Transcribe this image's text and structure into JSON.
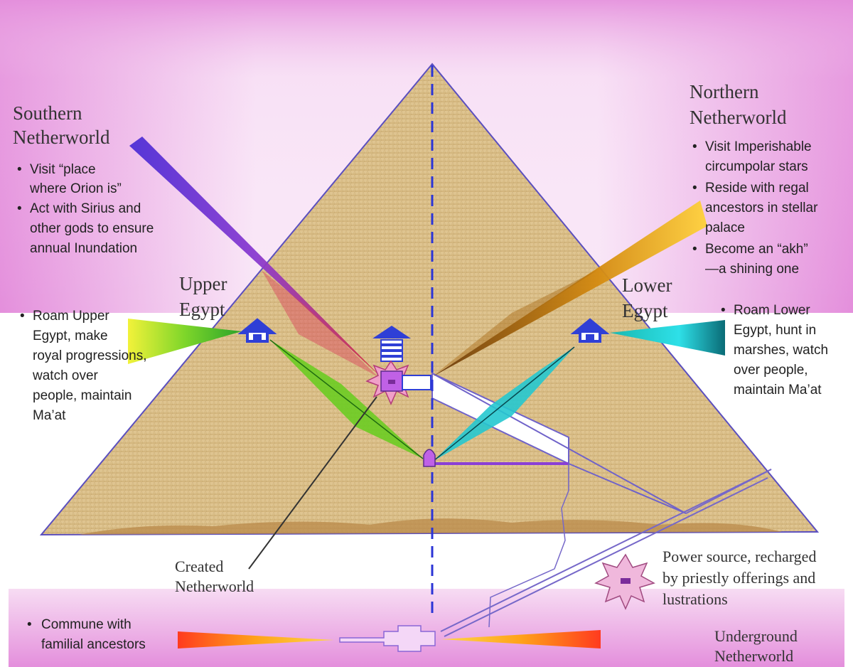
{
  "southern": {
    "title_line1": "Southern",
    "title_line2": "Netherworld",
    "bullets": [
      [
        "Visit “place",
        "where Orion is”"
      ],
      [
        "Act with Sirius and",
        "other gods to ensure",
        "annual Inundation"
      ]
    ]
  },
  "northern": {
    "title_line1": "Northern",
    "title_line2": "Netherworld",
    "bullets": [
      [
        "Visit Imperishable",
        "circumpolar stars"
      ],
      [
        "Reside with regal",
        "ancestors in stellar",
        "palace"
      ],
      [
        "Become an “akh”",
        "—a shining one"
      ]
    ]
  },
  "upper_egypt": {
    "label_line1": "Upper",
    "label_line2": "Egypt",
    "bullets": [
      [
        "Roam Upper",
        "Egypt, make",
        "royal progressions,",
        "watch over",
        "people, maintain",
        "Ma’at"
      ]
    ]
  },
  "lower_egypt": {
    "label_line1": "Lower",
    "label_line2": "Egypt",
    "bullets": [
      [
        "Roam Lower",
        "Egypt, hunt in",
        "marshes, watch",
        "over people,",
        "maintain Ma’at"
      ]
    ]
  },
  "created": {
    "line1": "Created",
    "line2": "Netherworld"
  },
  "power": {
    "line1": "Power source, recharged",
    "line2": "by priestly offerings and",
    "line3": "lustrations"
  },
  "underground": {
    "line1": "Underground",
    "line2": "Netherworld",
    "bullets": [
      [
        "Commune with",
        "familial ancestors"
      ]
    ]
  },
  "colors": {
    "pink": "#e98fe0",
    "pyramid_sand": "#d9bf86",
    "beam_south": "#6a3fd0",
    "beam_north": "#c98a16",
    "beam_upper": "#7bd62a",
    "beam_lower": "#1ec6c9",
    "shrine_blue": "#2f3fd6",
    "chamber_purple": "#c061e6"
  }
}
